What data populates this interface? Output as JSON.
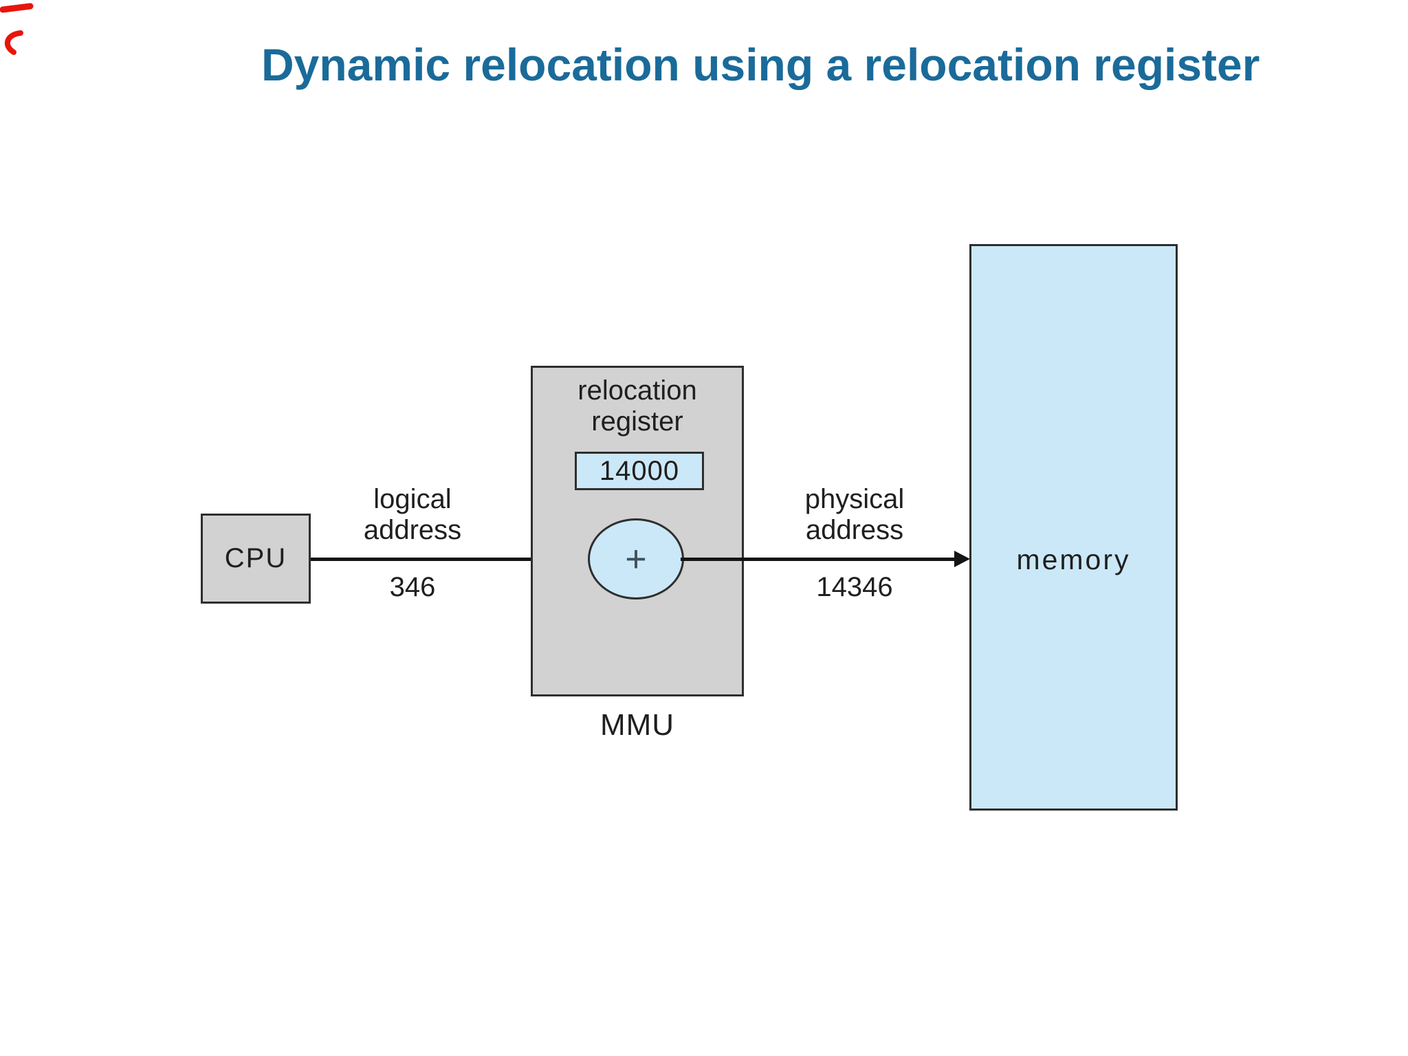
{
  "title": {
    "text": "Dynamic relocation using a relocation register",
    "color": "#1a6b9a"
  },
  "cpu": {
    "label": "CPU"
  },
  "mmu": {
    "label": "MMU",
    "register_title": [
      "relocation",
      "register"
    ],
    "register_value": "14000",
    "adder_symbol": "+"
  },
  "memory": {
    "label": "memory"
  },
  "logical_address": {
    "label": [
      "logical",
      "address"
    ],
    "value": "346"
  },
  "physical_address": {
    "label": [
      "physical",
      "address"
    ],
    "value": "14346"
  },
  "colors": {
    "box_gray": "#d2d2d2",
    "box_blue": "#cbe8f8",
    "border": "#2e2e2e",
    "line": "#141414",
    "title_blue": "#1a6b9a",
    "annotation_red": "#e8150b"
  }
}
